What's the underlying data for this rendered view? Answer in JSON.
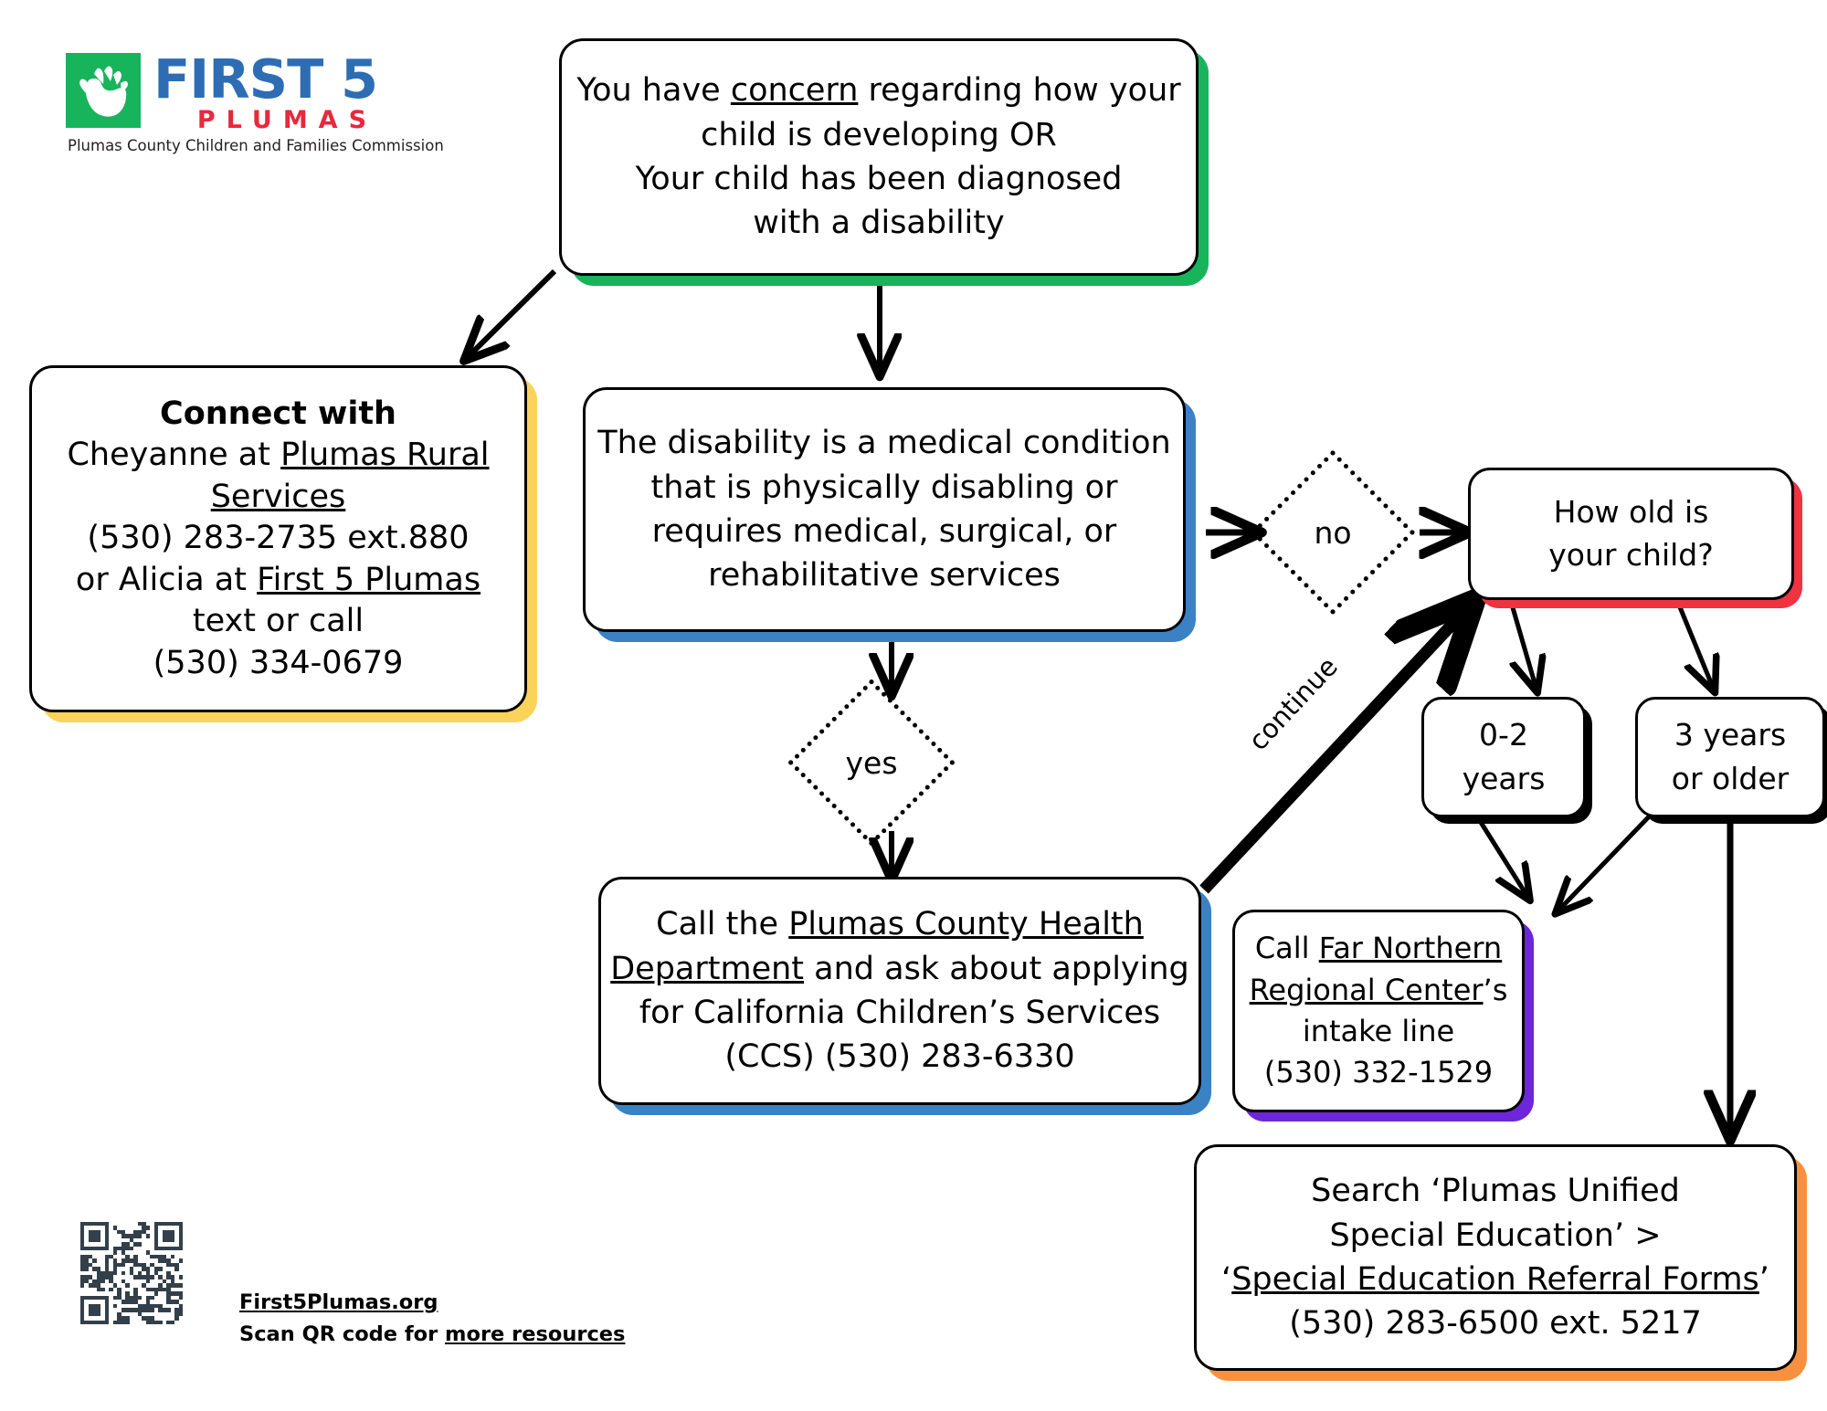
{
  "logo": {
    "mark": "handprint-icon",
    "word_first": "FIRST 5",
    "word_plumas": "PLUMAS",
    "tagline": "Plumas County Children and Families Commission",
    "colors": {
      "green": "#17B45C",
      "blue": "#2E6DB4",
      "red": "#E8283C"
    }
  },
  "nodes": {
    "start": {
      "id": "concern-or-diagnosis",
      "accent": "#17B45C",
      "lines": [
        {
          "pre": "You have ",
          "link": "concern",
          "post": " regarding how your"
        },
        {
          "pre": "child is developing OR",
          "link": "",
          "post": ""
        },
        {
          "pre": "Your child has been diagnosed",
          "link": "",
          "post": ""
        },
        {
          "pre": "with a disability",
          "link": "",
          "post": ""
        }
      ]
    },
    "connect": {
      "id": "connect-with",
      "accent": "#FBD35B",
      "heading": "Connect with",
      "lines": [
        {
          "pre": "Cheyanne at ",
          "link": "Plumas Rural",
          "post": ""
        },
        {
          "pre": "",
          "link": "Services",
          "post": ""
        },
        {
          "pre": "(530) 283-2735 ext.880",
          "link": "",
          "post": ""
        },
        {
          "pre": "or Alicia at ",
          "link": "First 5 Plumas",
          "post": ""
        },
        {
          "pre": "text or call",
          "link": "",
          "post": ""
        },
        {
          "pre": "(530) 334-0679",
          "link": "",
          "post": ""
        }
      ]
    },
    "medical": {
      "id": "medical-condition-question",
      "accent": "#3A82C4",
      "lines": [
        {
          "pre": "The disability is a medical condition",
          "link": "",
          "post": ""
        },
        {
          "pre": "that is physically disabling or",
          "link": "",
          "post": ""
        },
        {
          "pre": "requires medical, surgical, or",
          "link": "",
          "post": ""
        },
        {
          "pre": "rehabilitative services",
          "link": "",
          "post": ""
        }
      ]
    },
    "ccs": {
      "id": "call-health-department",
      "accent": "#3A82C4",
      "lines": [
        {
          "pre": "Call the ",
          "link": "Plumas County Health",
          "post": ""
        },
        {
          "pre": "",
          "link": "Department",
          "post": " and ask about applying"
        },
        {
          "pre": "for California Children’s Services",
          "link": "",
          "post": ""
        },
        {
          "pre": "(CCS) (530) 283-6330",
          "link": "",
          "post": ""
        }
      ]
    },
    "age": {
      "id": "how-old-is-your-child",
      "accent": "#EF3340",
      "lines": [
        {
          "pre": "How old is",
          "link": "",
          "post": ""
        },
        {
          "pre": "your child?",
          "link": "",
          "post": ""
        }
      ]
    },
    "age_0_2": {
      "id": "age-0-2-years",
      "accent": "#000000",
      "lines": [
        {
          "pre": "0-2",
          "link": "",
          "post": ""
        },
        {
          "pre": "years",
          "link": "",
          "post": ""
        }
      ]
    },
    "age_3_plus": {
      "id": "age-3-or-older",
      "accent": "#000000",
      "lines": [
        {
          "pre": "3 years",
          "link": "",
          "post": ""
        },
        {
          "pre": "or older",
          "link": "",
          "post": ""
        }
      ]
    },
    "fnrc": {
      "id": "call-far-northern-regional-center",
      "accent": "#6D26D9",
      "lines": [
        {
          "pre": "Call ",
          "link": "Far Northern",
          "post": ""
        },
        {
          "pre": "",
          "link": "Regional Center",
          "post": "’s"
        },
        {
          "pre": "intake line",
          "link": "",
          "post": ""
        },
        {
          "pre": "(530) 332-1529",
          "link": "",
          "post": ""
        }
      ]
    },
    "sped": {
      "id": "search-special-education",
      "accent": "#F79140",
      "lines": [
        {
          "pre": "Search ‘Plumas Unified",
          "link": "",
          "post": ""
        },
        {
          "pre": "Special Education’ >",
          "link": "",
          "post": ""
        },
        {
          "pre": "‘",
          "link": "Special Education Referral Forms",
          "post": "’"
        },
        {
          "pre": "(530) 283-6500 ext. 5217",
          "link": "",
          "post": ""
        }
      ]
    }
  },
  "decisions": {
    "no": {
      "label": "no"
    },
    "yes": {
      "label": "yes"
    }
  },
  "edge_labels": {
    "continue": "continue"
  },
  "footer": {
    "site": "First5Plumas.org",
    "scan_pre": "Scan QR code for ",
    "scan_link": "more resources",
    "qr_color": "#33404A"
  }
}
